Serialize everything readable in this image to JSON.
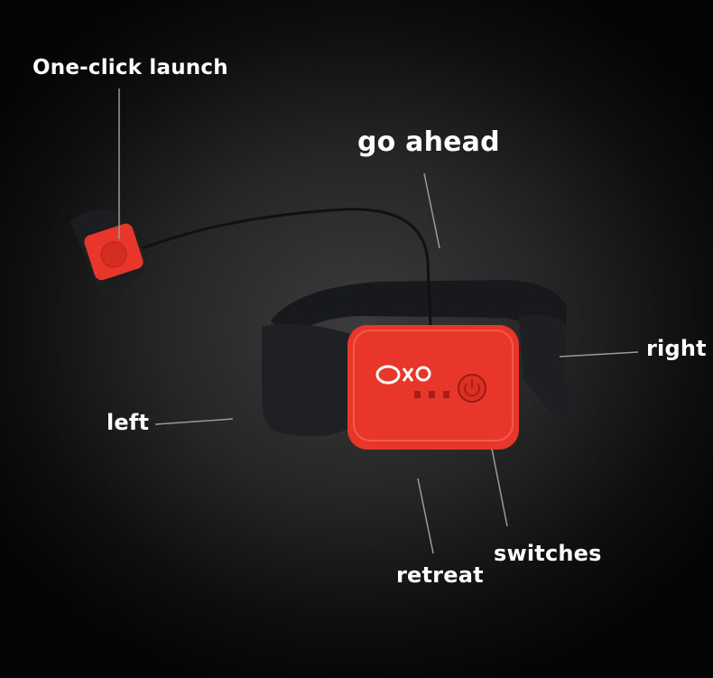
{
  "labels": {
    "one_click_launch": "One-click launch",
    "go_ahead": "go ahead",
    "right": "right",
    "left": "left",
    "retreat": "retreat",
    "switches": "switches"
  },
  "colors": {
    "device_red": "#e8372a",
    "band": "#1c1e22",
    "callout_line": "#9a9a9a"
  },
  "icons": [
    "power-button-icon",
    "logo"
  ]
}
